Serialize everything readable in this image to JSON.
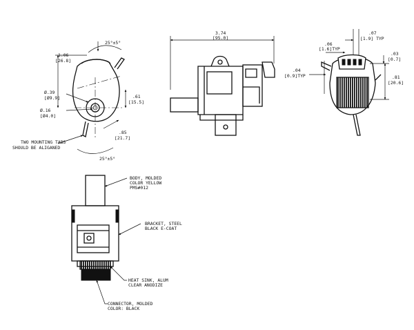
{
  "left_view": {
    "angle_top": "25°±5°",
    "dim_106": [
      "1.06",
      "[26.8]"
    ],
    "dim_39": [
      "Ø.39",
      "[Ø9.9]"
    ],
    "dim_16": [
      "Ø.16",
      "[Ø4.0]"
    ],
    "dim_61": [
      ".61",
      "[15.5]"
    ],
    "dim_85": [
      ".85",
      "[21.7]"
    ],
    "note": [
      "TWO MOUNTING TABS",
      "SHOULD BE ALIGANED"
    ],
    "angle_bottom": "25°±5°"
  },
  "side_view": {
    "dim_374": [
      "3.74",
      "[95.0]"
    ]
  },
  "right_view": {
    "dim_07": [
      ".07",
      "[1.9] TYP"
    ],
    "dim_06": [
      ".06",
      "[1.6]TYP"
    ],
    "dim_03": [
      ".03",
      "[0.7]"
    ],
    "dim_04": [
      ".04",
      "[0.9]TYP"
    ],
    "dim_81": [
      ".81",
      "[20.6]"
    ]
  },
  "front_view": {
    "label_body": [
      "BODY, MOLDED",
      "COLOR YELLOW",
      "PMS#012"
    ],
    "label_bracket": [
      "BRACKET, STEEL",
      "BLACK E-COAT"
    ],
    "label_heatsink": [
      "HEAT SINK, ALUM",
      "CLEAR ANODIZE"
    ],
    "label_connector": [
      "CONNECTOR, MOLDED",
      "COLOR: BLACK"
    ]
  }
}
